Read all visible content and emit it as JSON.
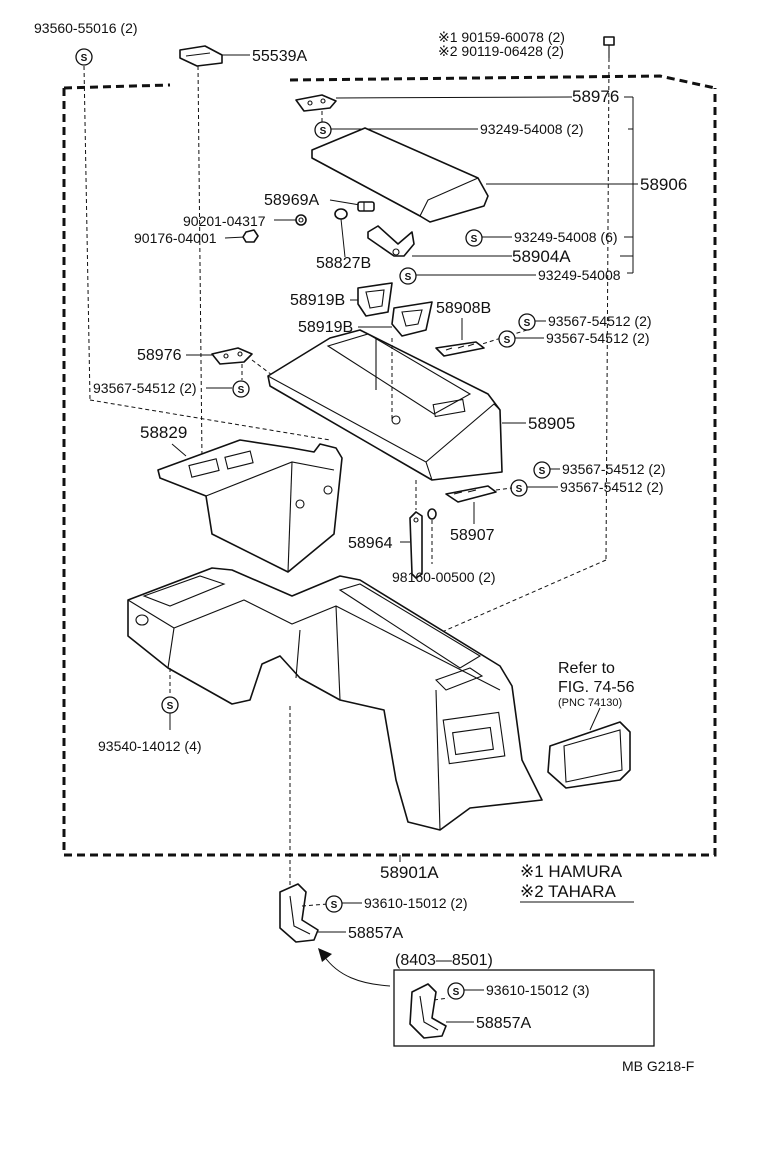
{
  "labels": {
    "p93560": "93560-55016 (2)",
    "p55539A": "55539A",
    "note1": "※1 90159-60078 (2)",
    "note2": "※2 90119-06428 (2)",
    "p58976_top": "58976",
    "p93249_a": "93249-54008 (2)",
    "p58906": "58906",
    "p58969A": "58969A",
    "p90201": "90201-04317",
    "p90176": "90176-04001",
    "p93249_b": "93249-54008 (6)",
    "p58904A": "58904A",
    "p58827B": "58827B",
    "p93249_c": "93249-54008",
    "p58919B_a": "58919B",
    "p58908B": "58908B",
    "p93567_a": "93567-54512 (2)",
    "p58919B_b": "58919B",
    "p93567_b": "93567-54512 (2)",
    "p58976_left": "58976",
    "p93567_c": "93567-54512 (2)",
    "p58905": "58905",
    "p58829": "58829",
    "p93567_d": "93567-54512 (2)",
    "p93567_e": "93567-54512 (2)",
    "p58964": "58964",
    "p58907": "58907",
    "p98160": "98160-00500 (2)",
    "refer_to": "Refer to",
    "fig": "FIG. 74-56",
    "pnc": "(PNC 74130)",
    "p93540": "93540-14012 (4)",
    "p58901A": "58901A",
    "hamura": "※1 HAMURA",
    "tahara": "※2 TAHARA",
    "p93610_a": "93610-15012 (2)",
    "p58857A_a": "58857A",
    "date_range": "(8403—8501)",
    "p93610_b": "93610-15012 (3)",
    "p58857A_b": "58857A",
    "fig_code": "MB  G218-F",
    "s_mark": "S"
  }
}
